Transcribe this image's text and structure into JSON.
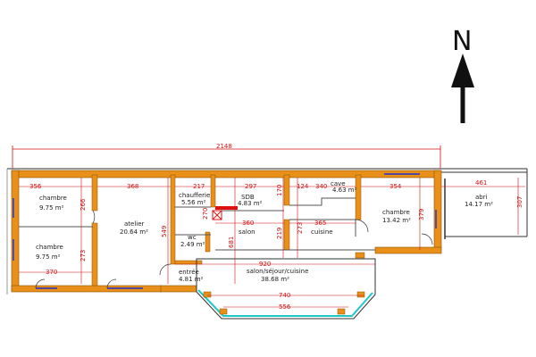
{
  "north": {
    "letter": "N",
    "icon": "north-arrow-icon"
  },
  "colors": {
    "wall": "#e8901a",
    "wall_outline": "#8a5200",
    "dimension": "#d01010",
    "window": "#2030d0",
    "window_frame": "#1ec8c8",
    "highlight_wall": "#e01010"
  },
  "rooms": {
    "chambre_nw": {
      "name": "chambre",
      "area": "9.75 m²"
    },
    "chambre_sw": {
      "name": "chambre",
      "area": "9.75 m²"
    },
    "atelier": {
      "name": "atelier",
      "area": "20.64 m²"
    },
    "chaufferie": {
      "name": "chaufferie",
      "area": "5.56 m²"
    },
    "wc": {
      "name": "wc",
      "area": "2.49 m²"
    },
    "entree": {
      "name": "entrée",
      "area": "4.81 m²"
    },
    "sdb": {
      "name": "SDB",
      "area": "4.83 m²"
    },
    "salon": {
      "name": "salon"
    },
    "cuisine": {
      "name": "cuisine"
    },
    "cave": {
      "name": "cave",
      "area": "4.63 m²"
    },
    "chambre_e": {
      "name": "chambre",
      "area": "13.42 m²"
    },
    "abri": {
      "name": "abri",
      "area": "14.17 m²"
    },
    "sejour": {
      "name": "salon/séjour/cuisine",
      "area": "38.68 m²"
    }
  },
  "dimensions": {
    "overall": "2148",
    "d356": "356",
    "d368": "368",
    "d217": "217",
    "d297": "297",
    "d124": "124",
    "d340": "340",
    "d354": "354",
    "d461": "461",
    "d266": "266",
    "d270": "270",
    "d170": "170",
    "d360": "360",
    "d365": "365",
    "d379": "379",
    "d307": "307",
    "d549": "549",
    "d681": "681",
    "d219": "219",
    "d273a": "273",
    "d273b": "273",
    "d920": "920",
    "d370": "370",
    "d740": "740",
    "d556": "556"
  }
}
